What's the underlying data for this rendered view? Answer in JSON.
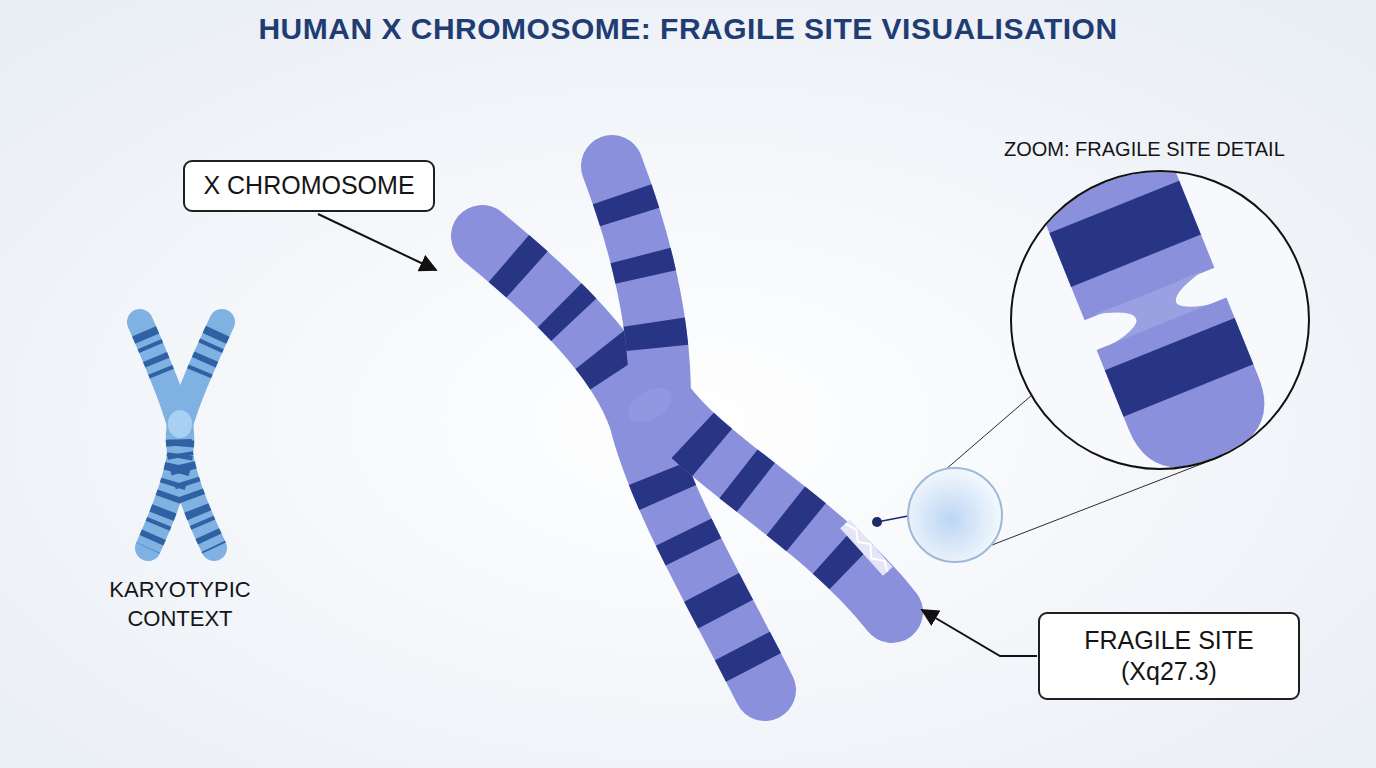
{
  "diagram": {
    "title": "HUMAN X CHROMOSOME: FRAGILE SITE VISUALISATION",
    "nodes": [
      {
        "text": [
          "X CHROMOSOME"
        ]
      },
      {
        "text": [
          "FRAGILE SITE (Xq27.3)"
        ]
      }
    ],
    "labels": [
      "ZOOM: FRAGILE SITE DETAIL",
      "KARYOTYPIC CONTEXT"
    ]
  }
}
